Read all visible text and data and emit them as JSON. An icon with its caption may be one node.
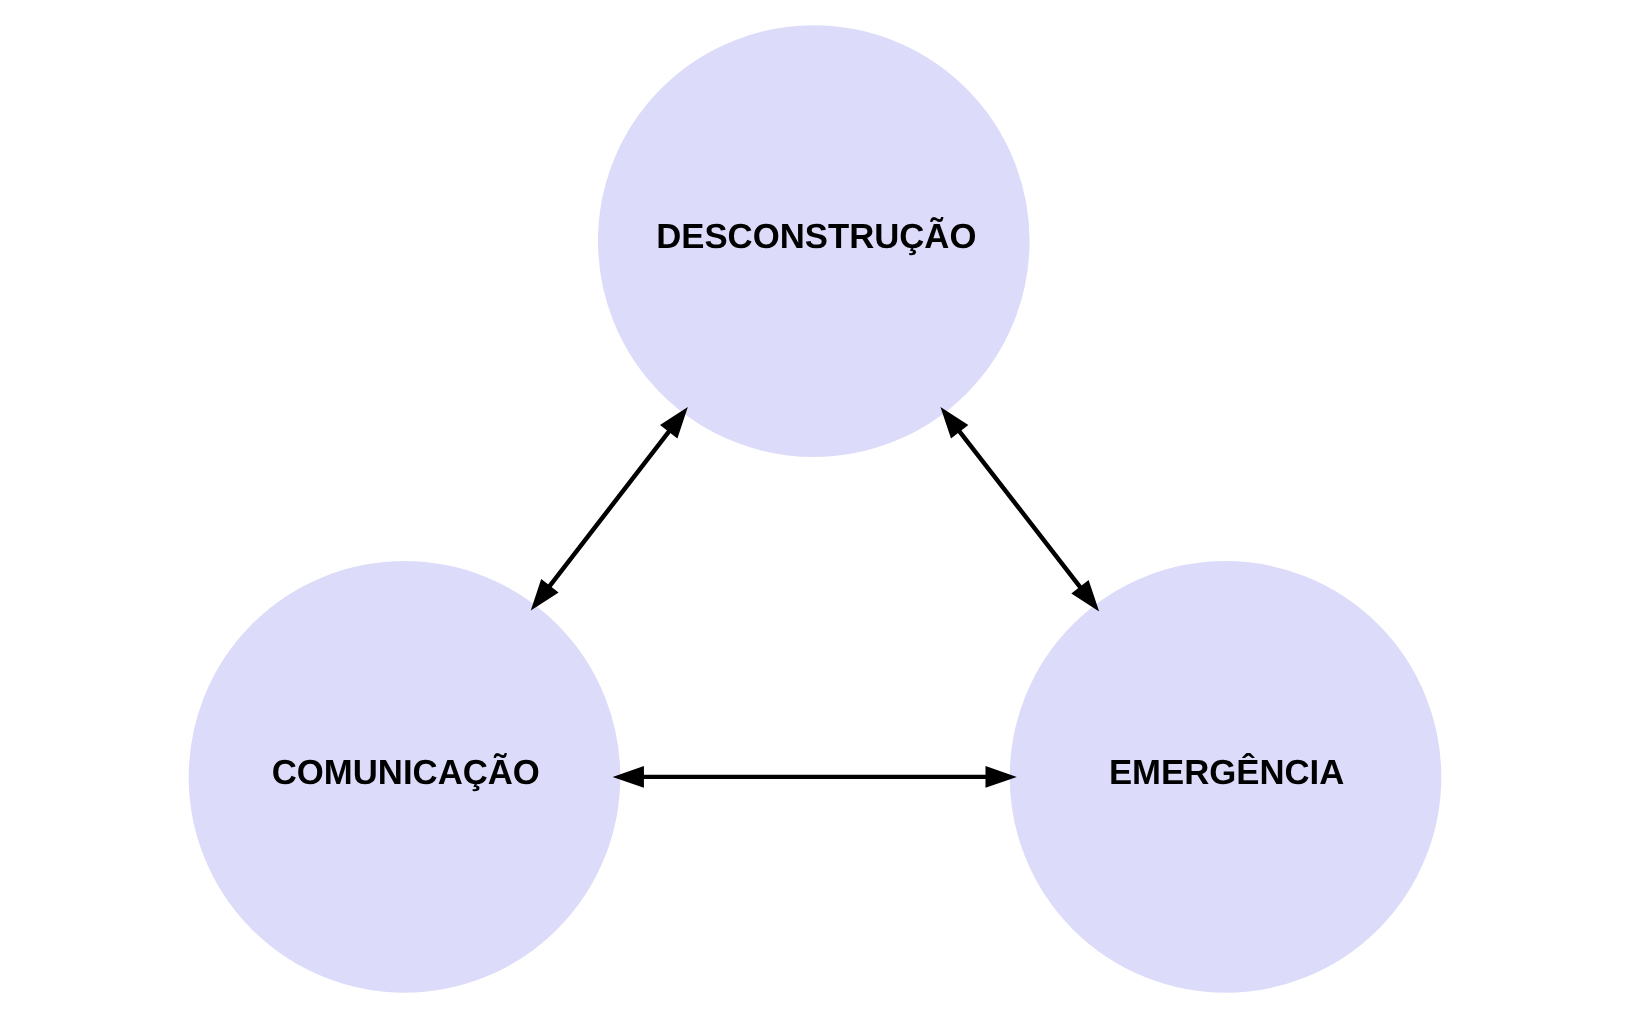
{
  "diagram": {
    "nodes": [
      {
        "text": [
          "DESCONSTRUÇÃO"
        ]
      },
      {
        "text": [
          "COMUNICAÇÃO"
        ]
      },
      {
        "text": [
          "EMERGÊNCIA"
        ]
      }
    ],
    "edges": [
      {
        "from": 0,
        "to": 1,
        "arrow": "both"
      },
      {
        "from": 0,
        "to": 2,
        "arrow": "both"
      },
      {
        "from": 1,
        "to": 2,
        "arrow": "both"
      }
    ]
  }
}
